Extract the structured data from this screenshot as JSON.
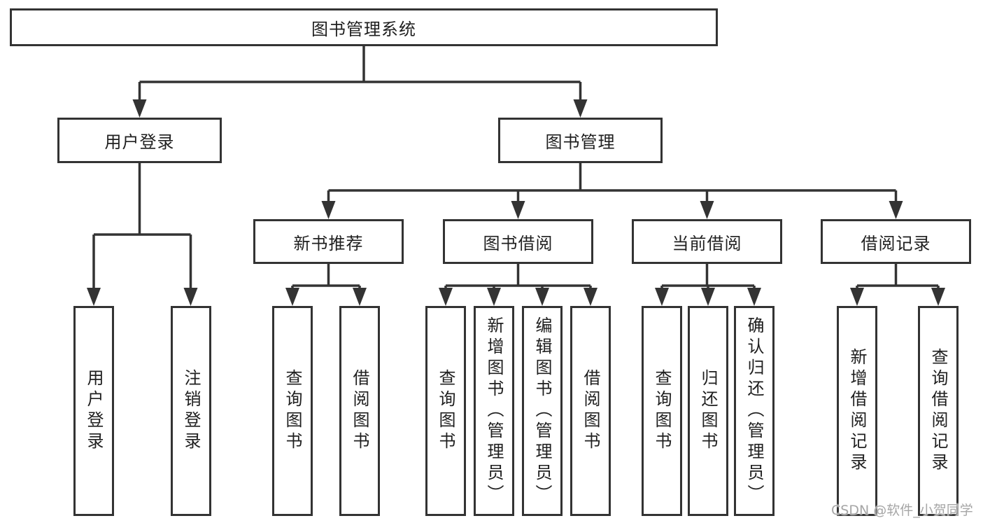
{
  "diagram": {
    "title": "图书管理系统",
    "branches": [
      {
        "label": "用户登录",
        "children": [
          {
            "label": "用户登录"
          },
          {
            "label": "注销登录"
          }
        ]
      },
      {
        "label": "图书管理",
        "children": [
          {
            "label": "新书推荐",
            "children": [
              {
                "label": "查询图书"
              },
              {
                "label": "借阅图书"
              }
            ]
          },
          {
            "label": "图书借阅",
            "children": [
              {
                "label": "查询图书"
              },
              {
                "label": "新增图书（管理员）"
              },
              {
                "label": "编辑图书（管理员）"
              },
              {
                "label": "借阅图书"
              }
            ]
          },
          {
            "label": "当前借阅",
            "children": [
              {
                "label": "查询图书"
              },
              {
                "label": "归还图书"
              },
              {
                "label": "确认归还（管理员）"
              }
            ]
          },
          {
            "label": "借阅记录",
            "children": [
              {
                "label": "新增借阅记录"
              },
              {
                "label": "查询借阅记录"
              }
            ]
          }
        ]
      }
    ]
  },
  "watermark": {
    "text": "CSDN @软件_小贺同学"
  },
  "colors": {
    "line": "#333333",
    "border": "#333333",
    "text": "#1f1f1f",
    "watermark": "#a6a6a6",
    "background": "#ffffff"
  }
}
